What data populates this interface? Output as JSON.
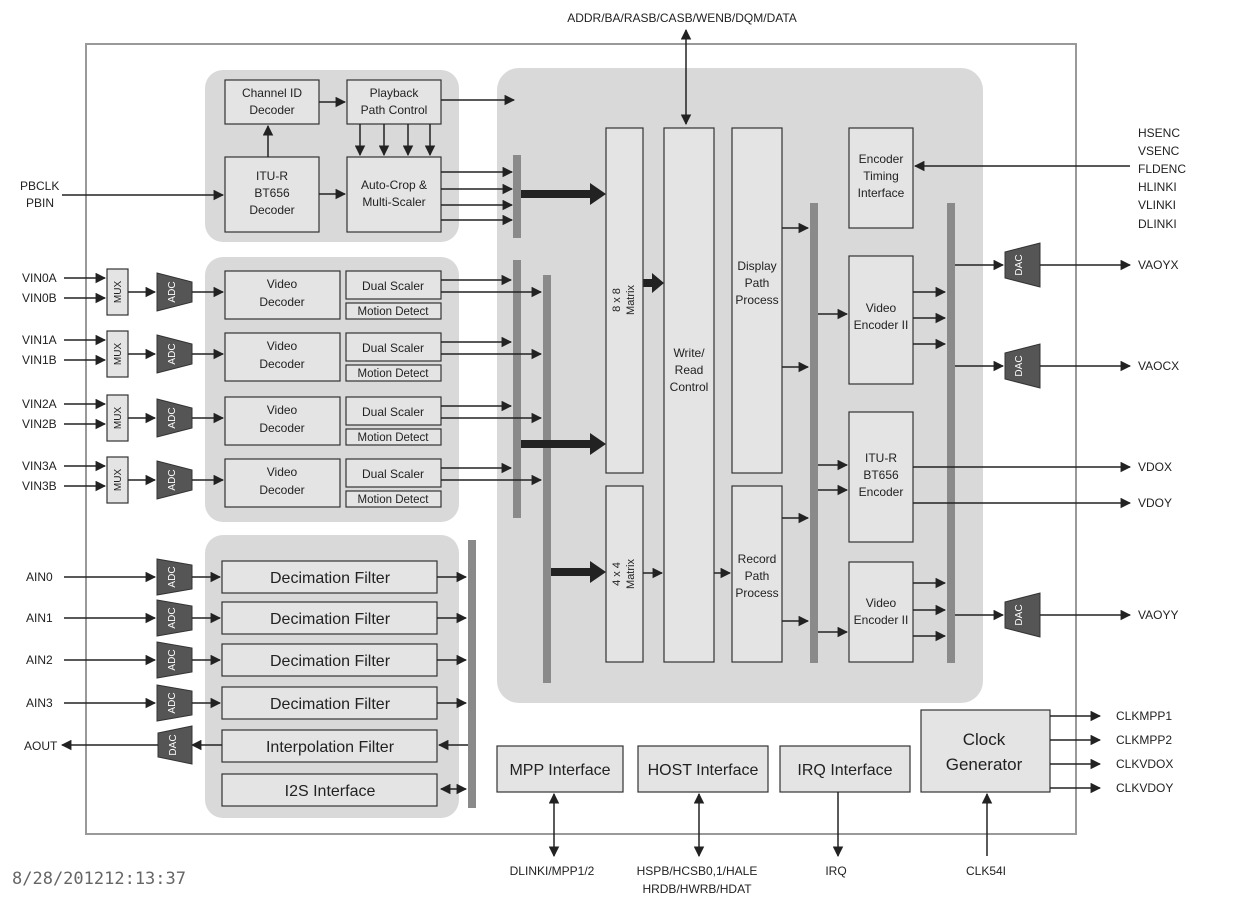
{
  "top_signal": "ADDR/BA/RASB/CASB/WENB/DQM/DATA",
  "playback": {
    "channel_id": [
      "Channel ID",
      "Decoder"
    ],
    "playback_path": [
      "Playback",
      "Path Control"
    ],
    "ituR_decoder": [
      "ITU-R",
      "BT656",
      "Decoder"
    ],
    "autocrop": [
      "Auto-Crop &",
      "Multi-Scaler"
    ]
  },
  "pb_inputs": [
    "PBCLK",
    "PBIN"
  ],
  "video_channels": [
    {
      "in_a": "VIN0A",
      "in_b": "VIN0B",
      "mux": "MUX",
      "adc": "ADC",
      "decoder": [
        "Video",
        "Decoder"
      ],
      "scaler": "Dual Scaler",
      "motion": "Motion Detect"
    },
    {
      "in_a": "VIN1A",
      "in_b": "VIN1B",
      "mux": "MUX",
      "adc": "ADC",
      "decoder": [
        "Video",
        "Decoder"
      ],
      "scaler": "Dual Scaler",
      "motion": "Motion Detect"
    },
    {
      "in_a": "VIN2A",
      "in_b": "VIN2B",
      "mux": "MUX",
      "adc": "ADC",
      "decoder": [
        "Video",
        "Decoder"
      ],
      "scaler": "Dual Scaler",
      "motion": "Motion Detect"
    },
    {
      "in_a": "VIN3A",
      "in_b": "VIN3B",
      "mux": "MUX",
      "adc": "ADC",
      "decoder": [
        "Video",
        "Decoder"
      ],
      "scaler": "Dual Scaler",
      "motion": "Motion Detect"
    }
  ],
  "audio": {
    "inputs": [
      "AIN0",
      "AIN1",
      "AIN2",
      "AIN3"
    ],
    "adc": "ADC",
    "dac": "DAC",
    "filters": [
      "Decimation Filter",
      "Decimation Filter",
      "Decimation Filter",
      "Decimation Filter"
    ],
    "interp": "Interpolation Filter",
    "i2s": "I2S Interface",
    "aout": "AOUT"
  },
  "core": {
    "matrix8": [
      "8 x 8",
      "Matrix"
    ],
    "matrix4": [
      "4 x 4",
      "Matrix"
    ],
    "write_read": [
      "Write/",
      "Read",
      "Control"
    ],
    "display_path": [
      "Display",
      "Path",
      "Process"
    ],
    "record_path": [
      "Record",
      "Path",
      "Process"
    ]
  },
  "encoders": {
    "timing": [
      "Encoder",
      "Timing",
      "Interface"
    ],
    "video_enc_1": [
      "Video",
      "Encoder II"
    ],
    "ituR_enc": [
      "ITU-R",
      "BT656",
      "Encoder"
    ],
    "video_enc_2": [
      "Video",
      "Encoder II"
    ],
    "dac": "DAC"
  },
  "timing_signals": [
    "HSENC",
    "VSENC",
    "FLDENC",
    "HLINKI",
    "VLINKI",
    "DLINKI"
  ],
  "outputs": [
    "VAOYX",
    "VAOCX",
    "VDOX",
    "VDOY",
    "VAOYY"
  ],
  "interfaces": [
    "MPP Interface",
    "HOST Interface",
    "IRQ Interface"
  ],
  "bottom_signals": {
    "mpp": "DLINKI/MPP1/2",
    "host": [
      "HSPB/HCSB0,1/HALE",
      "HRDB/HWRB/HDAT"
    ],
    "irq": "IRQ",
    "clk": "CLK54I"
  },
  "clock": {
    "label": [
      "Clock",
      "Generator"
    ],
    "outputs": [
      "CLKMPP1",
      "CLKMPP2",
      "CLKVDOX",
      "CLKVDOY"
    ]
  },
  "timestamp": "8/28/201212:13:37"
}
